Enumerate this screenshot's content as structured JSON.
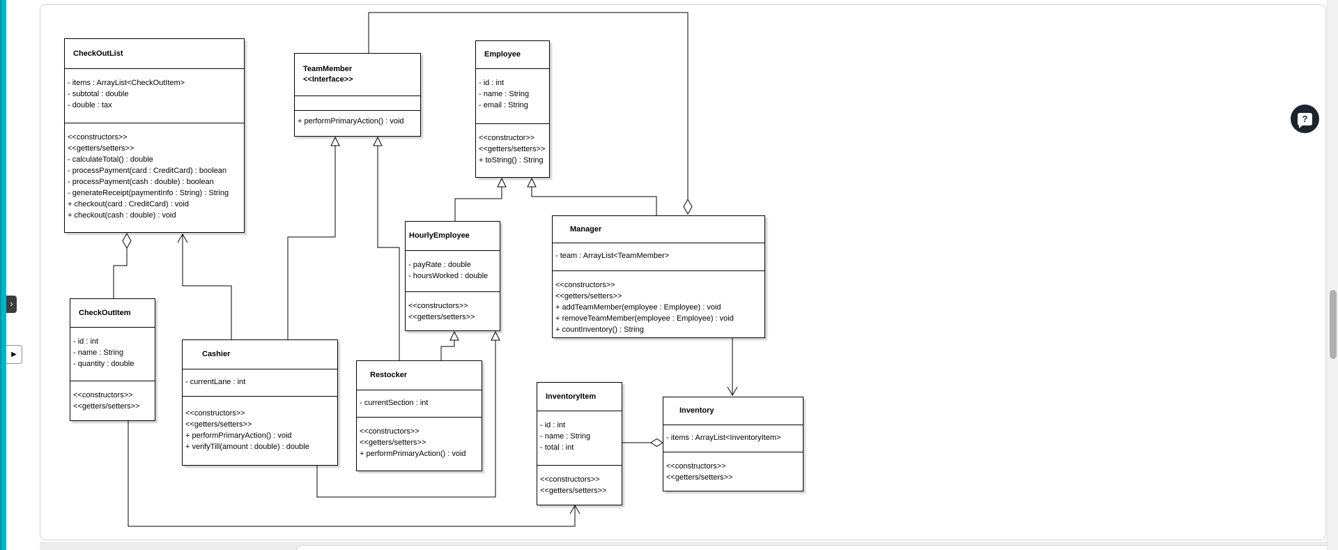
{
  "app": {
    "view": "uml-class-diagram",
    "colors": {
      "accent_teal": "#00b5c8",
      "box_border": "#000000",
      "box_background": "#ffffff",
      "canvas_border": "#d2d2d2",
      "help_button_background": "#1b2530",
      "scrollbar_thumb": "#b0b0b0"
    }
  },
  "chrome": {
    "collapse_tab": "›",
    "run_button": "▶",
    "help_button": "?"
  },
  "classes": [
    {
      "name": "CheckOutList",
      "stereotype": "",
      "attributes": [
        "- items : ArrayList<CheckOutItem>",
        "- subtotal : double",
        "- double : tax"
      ],
      "methods": [
        "<<constructors>>",
        "<<getters/setters>>",
        "- calculateTotal() : double",
        "- processPayment(card : CreditCard) : boolean",
        "- processPayment(cash : double) : boolean",
        "- generateReceipt(paymentInfo : String) : String",
        "+ checkout(card : CreditCard) : void",
        "+ checkout(cash : double) : void"
      ]
    },
    {
      "name": "TeamMember",
      "stereotype": "<<Interface>>",
      "attributes": [],
      "methods": [
        "+ performPrimaryAction() : void"
      ]
    },
    {
      "name": "Employee",
      "stereotype": "",
      "attributes": [
        "- id : int",
        "- name : String",
        "- email : String"
      ],
      "methods": [
        "<<constructor>>",
        "<<getters/setters>>",
        "+ toString() : String"
      ]
    },
    {
      "name": "HourlyEmployee",
      "stereotype": "",
      "attributes": [
        "- payRate : double",
        "- hoursWorked : double"
      ],
      "methods": [
        "<<constructors>>",
        "<<getters/setters>>"
      ]
    },
    {
      "name": "Manager",
      "stereotype": "",
      "attributes": [
        "- team : ArrayList<TeamMember>"
      ],
      "methods": [
        "<<constructors>>",
        "<<getters/setters>>",
        "+ addTeamMember(employee : Employee) : void",
        "+ removeTeamMember(employee : Employee) : void",
        "+ countInventory() : String"
      ]
    },
    {
      "name": "CheckOutItem",
      "stereotype": "",
      "attributes": [
        "- id : int",
        "- name : String",
        "- quantity : double"
      ],
      "methods": [
        "<<constructors>>",
        "<<getters/setters>>"
      ]
    },
    {
      "name": "Cashier",
      "stereotype": "",
      "attributes": [
        "- currentLane : int"
      ],
      "methods": [
        "<<constructors>>",
        "<<getters/setters>>",
        "+ performPrimaryAction() : void",
        "+ verifyTill(amount : double) : double"
      ]
    },
    {
      "name": "Restocker",
      "stereotype": "",
      "attributes": [
        "- currentSection : int"
      ],
      "methods": [
        "<<constructors>>",
        "<<getters/setters>>",
        "+ performPrimaryAction() : void"
      ]
    },
    {
      "name": "InventoryItem",
      "stereotype": "",
      "attributes": [
        "- id : int",
        "- name : String",
        "- total : int"
      ],
      "methods": [
        "<<constructors>>",
        "<<getters/setters>>"
      ]
    },
    {
      "name": "Inventory",
      "stereotype": "",
      "attributes": [
        "- items : ArrayList<InventoryItem>"
      ],
      "methods": [
        "<<constructors>>",
        "<<getters/setters>>"
      ]
    }
  ],
  "relationships": [
    {
      "from": "CheckOutList",
      "to": "CheckOutItem",
      "type": "aggregation",
      "diamond_at": "CheckOutList"
    },
    {
      "from": "Cashier",
      "to": "CheckOutList",
      "type": "directed-association",
      "arrow_at": "CheckOutList"
    },
    {
      "from": "Cashier",
      "to": "TeamMember",
      "type": "realization"
    },
    {
      "from": "Restocker",
      "to": "TeamMember",
      "type": "realization"
    },
    {
      "from": "HourlyEmployee",
      "to": "Employee",
      "type": "generalization"
    },
    {
      "from": "Manager",
      "to": "Employee",
      "type": "generalization"
    },
    {
      "from": "Cashier",
      "to": "HourlyEmployee",
      "type": "generalization"
    },
    {
      "from": "Restocker",
      "to": "HourlyEmployee",
      "type": "generalization"
    },
    {
      "from": "Manager",
      "to": "TeamMember",
      "type": "aggregation",
      "diamond_at": "Manager"
    },
    {
      "from": "Manager",
      "to": "Inventory",
      "type": "directed-association",
      "arrow_at": "Inventory"
    },
    {
      "from": "Inventory",
      "to": "InventoryItem",
      "type": "aggregation",
      "diamond_at": "Inventory"
    },
    {
      "from": "CheckOutItem",
      "to": "InventoryItem",
      "type": "directed-association",
      "arrow_at": "InventoryItem"
    }
  ]
}
